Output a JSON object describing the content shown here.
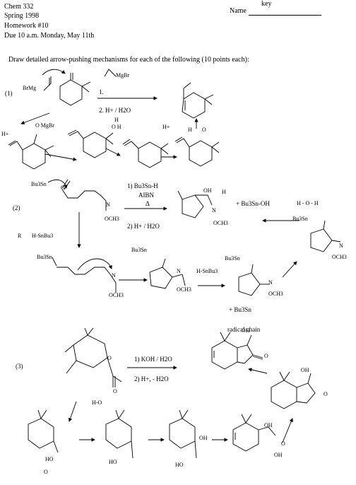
{
  "header": {
    "course": "Chem 332",
    "term": "Spring 1998",
    "homework": "Homework #10",
    "due": "Due 10 a.m. Monday, May 11th",
    "name_label": "Name",
    "key_text": "key"
  },
  "instructions": "Draw detailed arrow-pushing mechanisms for each of the following (10 points each):",
  "problem1": {
    "number": "(1)",
    "grignard_left": "BrMg",
    "reagent_mgbr": "MgBr",
    "step1": "1.",
    "step2": "2. H+ / H2O",
    "h_plus": "H+",
    "o_minus_mgbr": "O MgBr",
    "water_oh": "O H",
    "water_h": "H",
    "hplus_right": "H+",
    "o_label": "O",
    "h_label": "H"
  },
  "problem2": {
    "number": "(2)",
    "bu3sn_radical": "Bu3Sn",
    "r_dot": "R",
    "h_snbu3": "H-SnBu3",
    "o": "O",
    "n": "N",
    "och3": "OCH3",
    "cond1": "1) Bu3Sn-H",
    "cond_aibn": "AIBN",
    "cond_delta": "Δ",
    "cond2": "2) H+ / H2O",
    "product_oh": "OH",
    "product_h": "H",
    "product_plus": "+ Bu3Sn-OH",
    "h_o_h": "H - O - H",
    "bu3sn_o": "Bu3Sn",
    "h_snbu3_2": "H-SnBu3",
    "bu3sn_radical_end": "+ Bu3Sn",
    "radical_chain": "radical chain"
  },
  "problem3": {
    "number": "(3)",
    "cond1": "1) KOH / H2O",
    "cond2": "2) H+, - H2O",
    "ho_minus": "H-O",
    "o": "O",
    "oh": "OH",
    "ho": "HO",
    "o_minus": "O",
    "h": "H"
  }
}
